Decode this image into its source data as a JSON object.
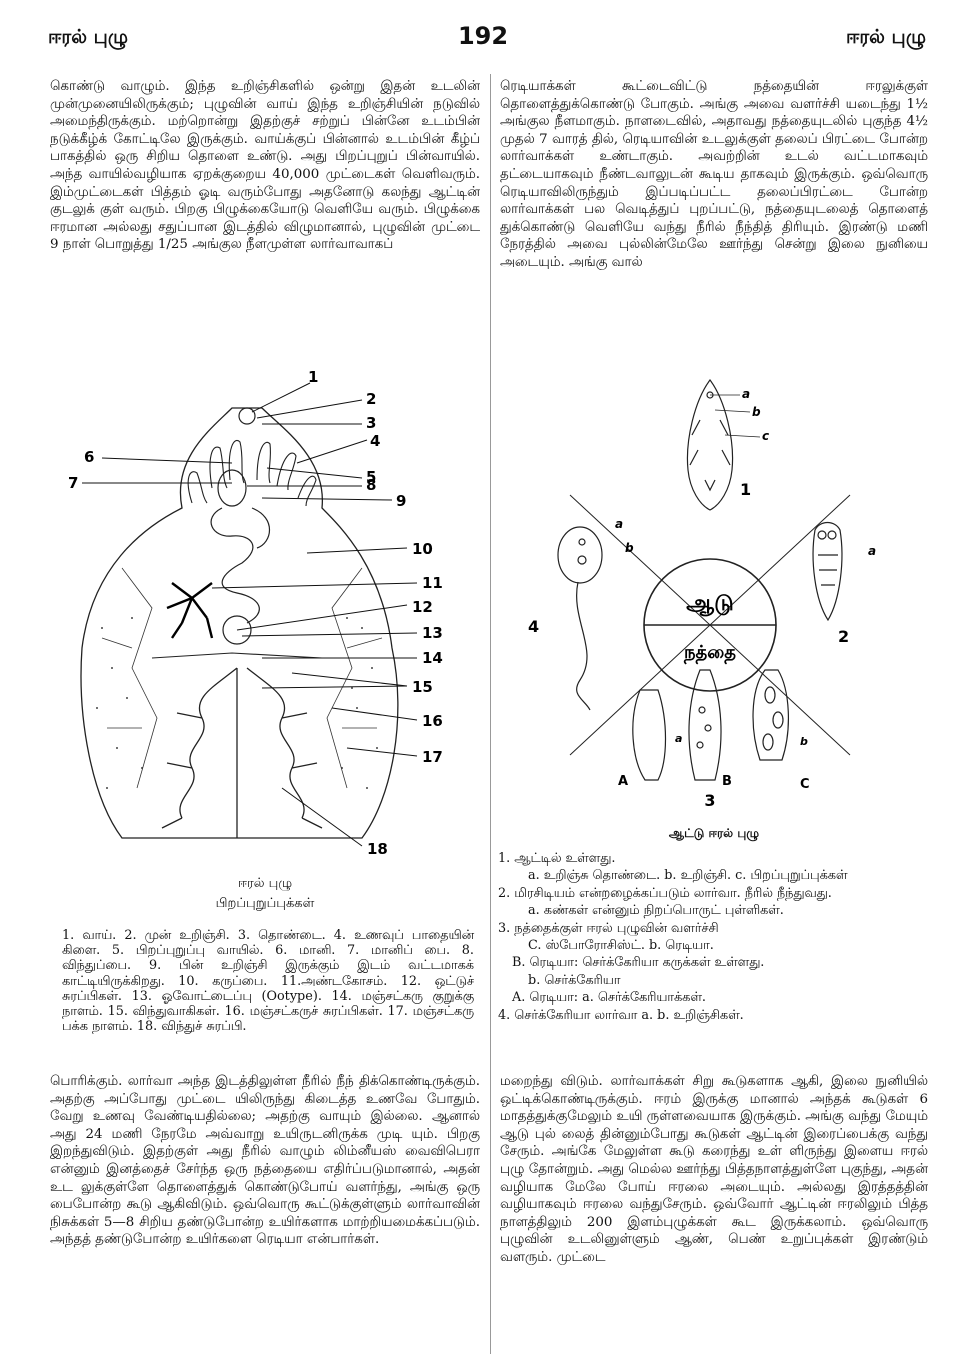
{
  "header": {
    "left": "ஈரல் புழு",
    "page_number": "192",
    "right": "ஈரல் புழு"
  },
  "left_top": [
    "கொண்டு வாழும். இந்த உறிஞ்சிகளில் ஒன்று இதன் உடலின் முன்முனையிலிருக்கும்; புழுவின் வாய் இந்த உறிஞ்சியின் நடுவில் அமைந்திருக்கும். மற்றொன்று இதற்குச் சற்றுப் பின்னே உடம்பின் நடுக்கீழ்க் கோட்டிலே இருக்கும். வாய்க்குப் பின்னால் உடம்பின் கீழ்ப் பாகத்தில் ஒரு சிறிய தொளை உண்டு. அது பிறப்புறுப் பின்வாயில். அந்த வாயில்வழியாக ஏறக்குறைய 40,000 முட்டைகள் வெளிவரும். இம்முட்டைகள் பித்தம் ஓடி வரும்போது அதனோடு கலந்து ஆட்டின் குடலுக் குள் வரும். பிறகு பிழுக்கையோடு வெளியே வரும். பிழுக்கை ஈரமான அல்லது சதுப்பான இடத்தில் விழுமானால், புழுவின் முட்டை 9 நாள் பொறுத்து 1/25 அங்குல நீளமுள்ள லார்வாவாகப்"
  ],
  "right_top": [
    "ரெடியாக்கள் கூட்டைவிட்டு நத்தையின் ஈரலுக்குள் தொளைத்துக்கொண்டு போகும். அங்கு அவை வளர்ச்சி யடைந்து 1½ அங்குல நீளமாகும். நாளடைவில், அதாவது நத்தையுடலில் புகுந்த 4½ முதல் 7 வாரத் தில், ரெடியாவின் உடலுக்குள் தலைப் பிரட்டை போன்ற லார்வாக்கள் உண்டாகும். அவற்றின் உடல் வட்டமாகவும் தட்டையாகவும் நீண்டவாலுடன் கூடிய தாகவும் இருக்கும். ஒவ்வொரு ரெடியாவிலிருந்தும் இப்படிப்பட்ட தலைப்பிரட்டை போன்ற லார்வாக்கள் பல வெடித்துப் புறப்பட்டு, நத்தையுடலைத் தொளைத் துக்கொண்டு வெளியே வந்து நீரில் நீந்தித் திரியும். இரண்டு மணி நேரத்தில் அவை புல்லின்மேலே ஊர்ந்து சென்று இலை நுனியை அடையும். அங்கு வால்"
  ],
  "fig_left": {
    "numbers": [
      "1",
      "2",
      "3",
      "4",
      "5",
      "6",
      "7",
      "8",
      "9",
      "10",
      "11",
      "12",
      "13",
      "14",
      "15",
      "16",
      "17",
      "18"
    ],
    "caption_title": "ஈரல் புழு",
    "caption_sub": "பிறப்புறுப்புக்கள்",
    "legend": "1. வாய். 2. முன் உறிஞ்சி. 3. தொண்டை. 4. உணவுப் பாதையின் கிளை. 5. பிறப்புறுப்பு வாயில். 6. மானி. 7. மானிப் பை. 8. விந்துப்பை. 9. பின் உறிஞ்சி இருக்கும் இடம் வட்டமாகக் காட்டியிருக்கிறது. 10. கருப்பை. 11.அண்டகோசம். 12. ஒட்டுச் சுரப்பிகள். 13. ஓவோட்டைப்பு (Ootype). 14. மஞ்சட்கரு குறுக்கு நாளம். 15. விந்துவாகிகள். 16. மஞ்சட்கருச் சுரப்பிகள். 17. மஞ்சட்கரு பக்க நாளம். 18. விந்துச் சுரப்பி."
  },
  "fig_right": {
    "center_top": "ஆடு",
    "center_bottom": "நத்தை",
    "stage_labels": [
      "1",
      "2",
      "3",
      "4"
    ],
    "letters": [
      "a",
      "b",
      "c",
      "A",
      "B",
      "C"
    ],
    "caption": "ஆட்டு ஈரல் புழு",
    "legend": [
      {
        "t": "1. ஆட்டில் உள்ளது.",
        "cls": "it"
      },
      {
        "t": "a. உறிஞ்சு தொண்டை. b. உறிஞ்சி. c. பிறப்புறுப்புக்கள்",
        "cls": "sub"
      },
      {
        "t": "2. மிரசிடியம் என்றழைக்கப்படும் லார்வா. நீரில் நீந்துவது.",
        "cls": "it"
      },
      {
        "t": "a. கண்கள் என்னும் நிறப்பொருட் புள்ளிகள்.",
        "cls": "sub"
      },
      {
        "t": "3. நத்தைக்குள் ஈரல் புழுவின் வளர்ச்சி",
        "cls": "it"
      },
      {
        "t": "C. ஸ்போரோசிஸ்ட். b. ரெடியா.",
        "cls": "sub"
      },
      {
        "t": "B. ரெடியா: செர்க்கேரியா கருக்கள் உள்ளது.",
        "cls": "sub2"
      },
      {
        "t": "b. செர்க்கேரியா",
        "cls": "sub"
      },
      {
        "t": "A. ரெடியா: a. செர்க்கேரியாக்கள்.",
        "cls": "sub2"
      },
      {
        "t": "4. செர்க்கேரியா லார்வா a. b. உறிஞ்சிகள்.",
        "cls": "it"
      }
    ]
  },
  "left_bottom": [
    "பொரிக்கும். லார்வா அந்த இடத்திலுள்ள நீரில் நீந் திக்கொண்டிருக்கும். அதற்கு அப்போது முட்டை யிலிருந்து கிடைத்த உணவே போதும். வேறு உணவு வேண்டியதில்லை; அதற்கு வாயும் இல்லை. ஆனால் அது 24 மணி நேரமே அவ்வாறு உயிருடனிருக்க முடி யும். பிறகு இறந்துவிடும். இதற்குள் அது நீரில் வாழும் லிம்னீயஸ் வைவிபெரா என்னும் இனத்தைச் சேர்ந்த ஒரு நத்தையை எதிர்ப்படுமானால், அதன் உட லுக்குள்ளே தொளைத்துக் கொண்டுபோய் வளர்ந்து, அங்கு ஒரு பைபோன்ற கூடு ஆகிவிடும். ஒவ்வொரு கூட்டுக்குள்ளும் லார்வாவின் நிசுக்கள் 5—8 சிறிய தண்டுபோன்ற உயிர்களாக மாற்றியமைக்கப்படும். அந்தத் தண்டுபோன்ற உயிர்களை ரெடியா என்பார்கள்."
  ],
  "right_bottom": [
    "மறைந்து விடும். லார்வாக்கள் சிறு கூடுகளாக ஆகி, இலை நுனியில் ஒட்டிக்கொண்டிருக்கும். ஈரம் இருக்கு மானால் அந்தக் கூடுகள் 6 மாதத்துக்குமேலும் உயி ருள்ளவையாக இருக்கும். அங்கு வந்து மேயும் ஆடு புல் லைத் தின்னும்போது கூடுகள் ஆட்டின் இரைப்பைக்கு வந்து சேரும். அங்கே மேலுள்ள கூடு கரைந்து உள் ளிருந்து இளைய ஈரல் புழு தோன்றும். அது மெல்ல ஊர்ந்து பித்தநாளத்துள்ளே புகுந்து, அதன் வழியாக மேலே போய் ஈரலை அடையும். அல்லது இரத்தத்தின் வழியாகவும் ஈரலை வந்துசேரும். ஒவ்வோர் ஆட்டின் ஈரலிலும் பித்த நாளத்திலும் 200 இளம்புழுக்கள் கூட இருக்கலாம். ஒவ்வொரு புழுவின் உடலினுள்ளும் ஆண், பெண் உறுப்புக்கள் இரண்டும் வளரும். முட்டை"
  ]
}
